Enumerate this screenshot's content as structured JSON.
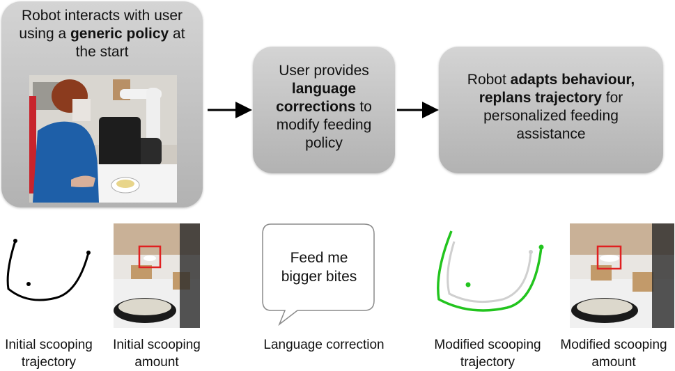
{
  "steps": [
    {
      "pre": "Robot interacts with user using a ",
      "bold": "generic policy",
      "post": " at the start"
    },
    {
      "pre": "User provides ",
      "bold": "language corrections",
      "post": " to modify feeding policy"
    },
    {
      "pre": "Robot ",
      "bold": "adapts behaviour, replans trajectory",
      "post": " for personalized feeding assistance"
    }
  ],
  "speech_bubble": {
    "line1": "Feed me",
    "line2": "bigger bites"
  },
  "captions": {
    "initial_trajectory": [
      "Initial scooping",
      "trajectory"
    ],
    "initial_amount": [
      "Initial scooping",
      "amount"
    ],
    "language_correction": [
      "Language correction"
    ],
    "modified_trajectory": [
      "Modified scooping",
      "trajectory"
    ],
    "modified_amount": [
      "Modified scooping",
      "amount"
    ]
  },
  "colors": {
    "box_fill": "#c4c4c4",
    "trajectory_initial": "#000000",
    "trajectory_modified": "#22c41e",
    "trajectory_ghost": "#cfcfcf",
    "highlight_box": "#e02020"
  }
}
